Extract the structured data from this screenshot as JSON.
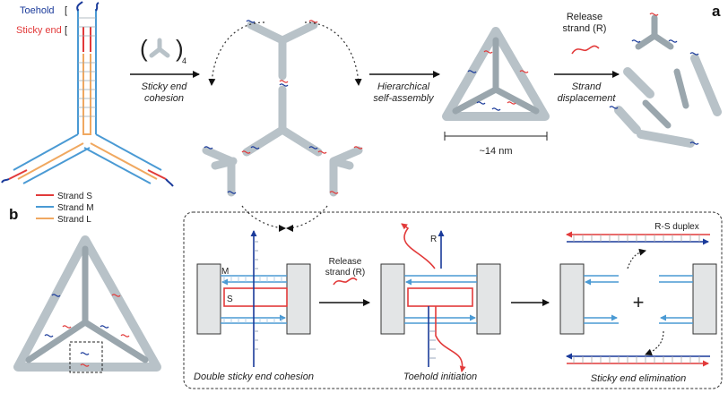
{
  "panel_a": {
    "label": "a",
    "toehold": "Toehold",
    "sticky_end": "Sticky end",
    "legend": [
      "Strand S",
      "Strand M",
      "Strand L"
    ],
    "subscript": "4",
    "step1": [
      "Sticky end",
      "cohesion"
    ],
    "step2": [
      "Hierarchical",
      "self-assembly"
    ],
    "release": [
      "Release",
      "strand (R)"
    ],
    "step3": [
      "Strand",
      "displacement"
    ],
    "scale": "~14 nm"
  },
  "panel_b": {
    "label": "b",
    "M": "M",
    "S": "S",
    "R": "R",
    "release": [
      "Release",
      "strand (R)"
    ],
    "duplex": "R-S duplex",
    "plus": "+",
    "cap1": "Double sticky end cohesion",
    "cap2": "Toehold initiation",
    "cap3": "Sticky end elimination"
  },
  "colors": {
    "strand_S": "#e23a3a",
    "strand_M": "#4a9ad4",
    "strand_L": "#f0a860",
    "toehold": "#1a3a9a",
    "tile": "#b8c2c8"
  }
}
